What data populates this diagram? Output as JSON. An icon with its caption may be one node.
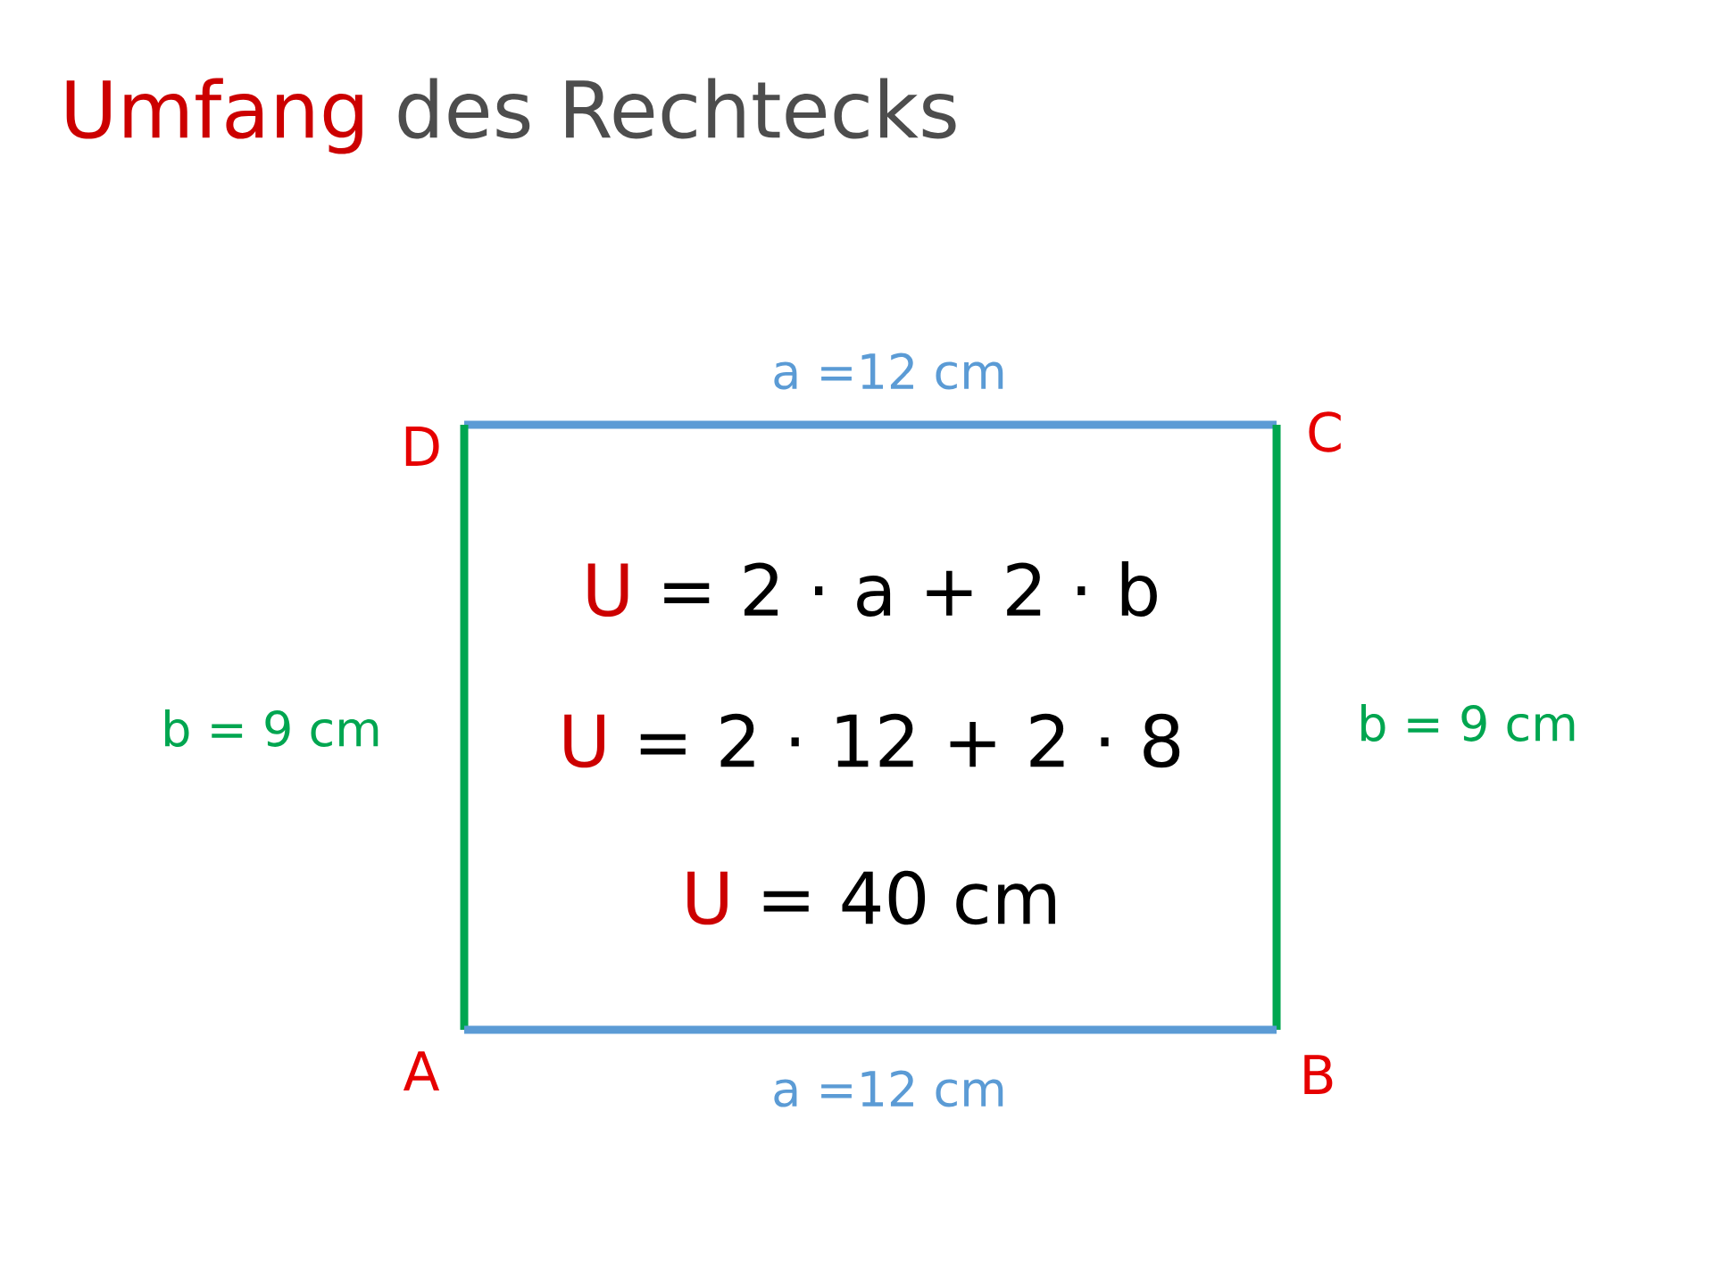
{
  "diagram": {
    "title": "**Umfang** des Rechtecks",
    "nodes": [
      {
        "text": [
          "D"
        ]
      },
      {
        "text": [
          "C"
        ]
      },
      {
        "text": [
          "A"
        ]
      },
      {
        "text": [
          "B"
        ]
      }
    ],
    "edges": [
      {
        "from": 0,
        "to": 1,
        "arrow": "none",
        "label": "a =12 cm",
        "color": "#5b9bd5"
      },
      {
        "from": 0,
        "to": 2,
        "arrow": "none",
        "label": "b = 9 cm",
        "color": "#00a650"
      },
      {
        "from": 1,
        "to": 3,
        "arrow": "none",
        "label": "b = 9 cm",
        "color": "#00a650"
      },
      {
        "from": 2,
        "to": 3,
        "arrow": "none",
        "label": "a =12 cm",
        "color": "#5b9bd5"
      }
    ],
    "labels": [
      "**U** = 2 · a + 2 · b",
      "**U** = 2 · 12 + 2 · 8",
      "**U** = 40 cm"
    ]
  }
}
